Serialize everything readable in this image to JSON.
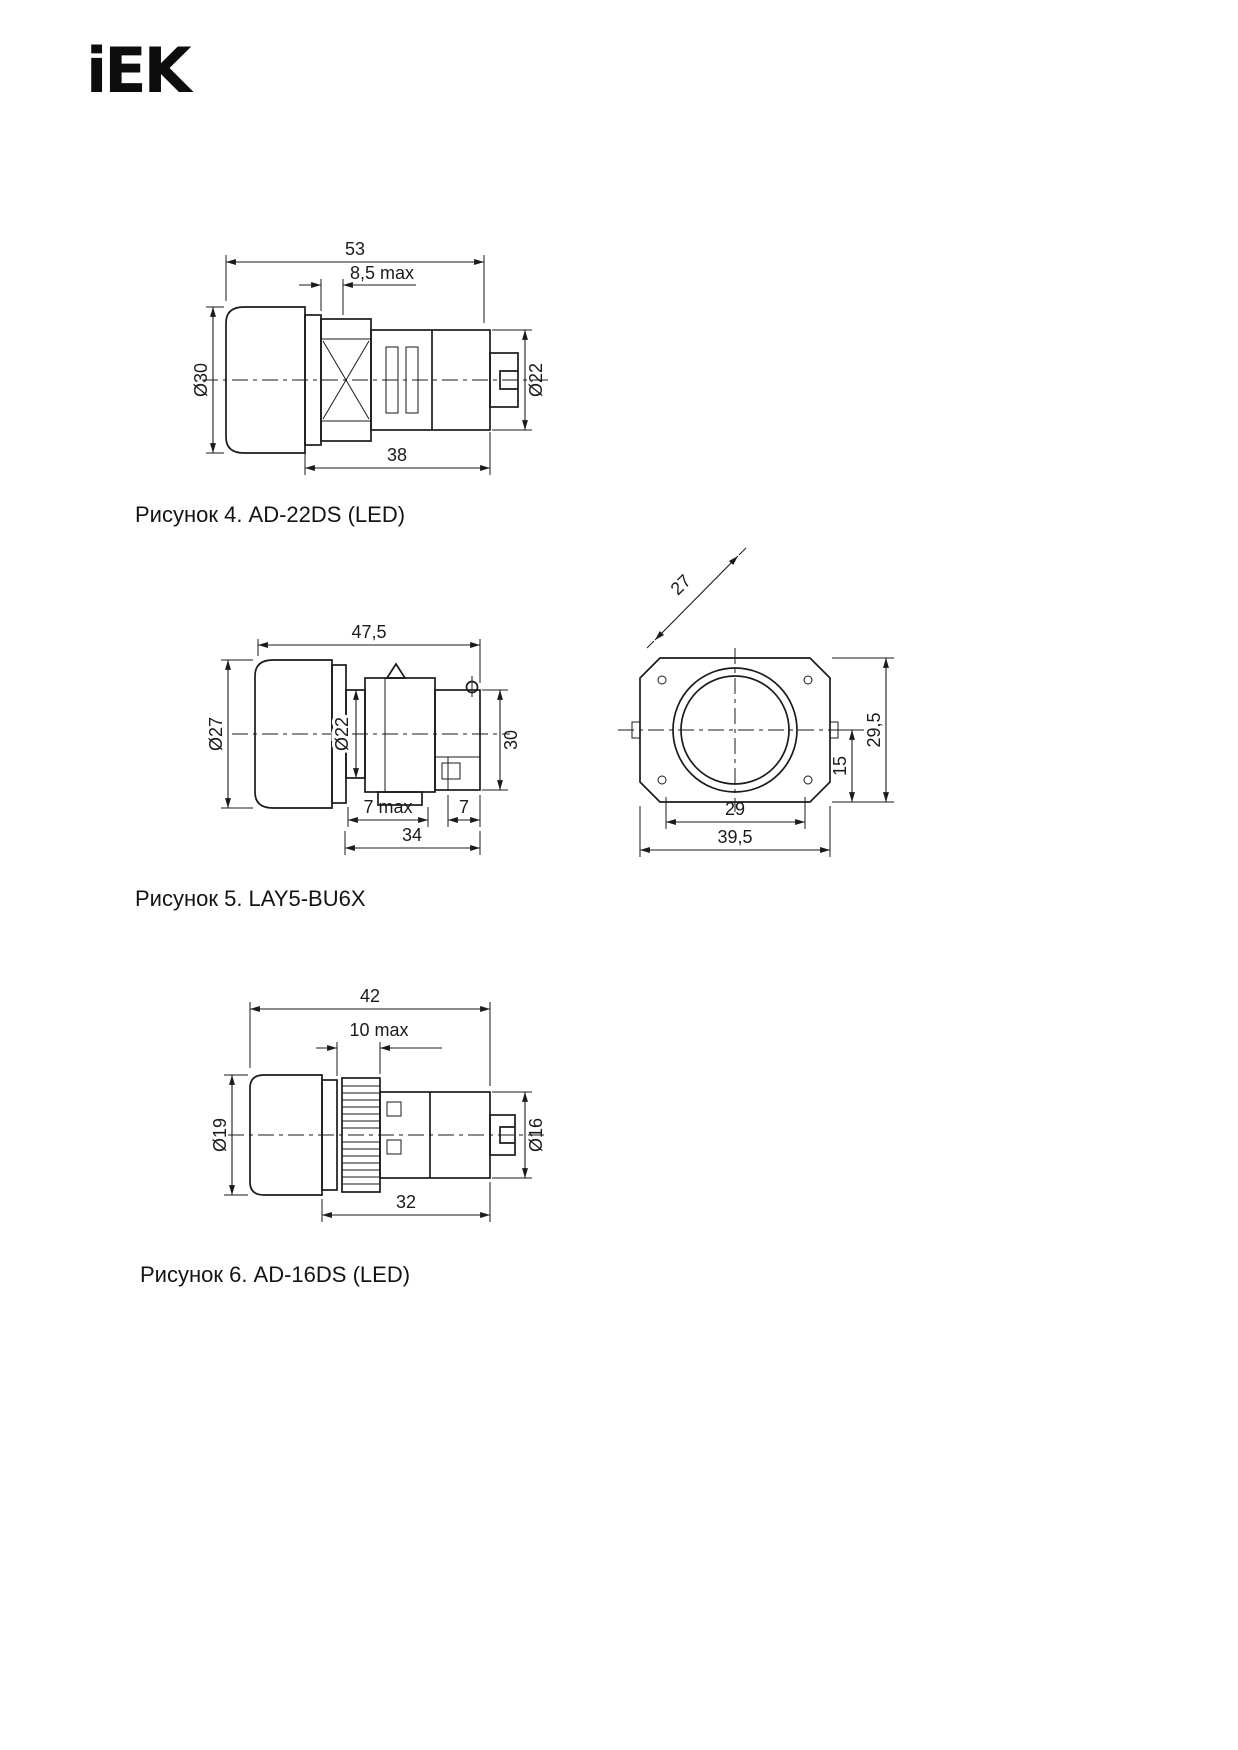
{
  "page": {
    "logo": "iEK"
  },
  "figures": [
    {
      "caption": "Рисунок 4. AD-22DS (LED)",
      "dims": {
        "total_length": "53",
        "panel_max": "8,5 max",
        "lens_diameter": "Ø30",
        "body_diameter": "Ø22",
        "mount_depth": "38"
      }
    },
    {
      "caption": "Рисунок 5. LAY5-BU6X",
      "dims": {
        "total_length": "47,5",
        "head_diameter": "Ø27",
        "barrel_diameter": "Ø22",
        "block_height": "30",
        "panel_max": "7 max",
        "terminal": "7",
        "mount_depth": "34",
        "corner_size": "27",
        "body_height": "29,5",
        "half_height": "15",
        "hole_width": "29",
        "body_width": "39,5"
      }
    },
    {
      "caption": "Рисунок 6. AD-16DS (LED)",
      "dims": {
        "total_length": "42",
        "panel_max": "10 max",
        "lens_diameter": "Ø19",
        "body_diameter": "Ø16",
        "mount_depth": "32"
      }
    }
  ]
}
